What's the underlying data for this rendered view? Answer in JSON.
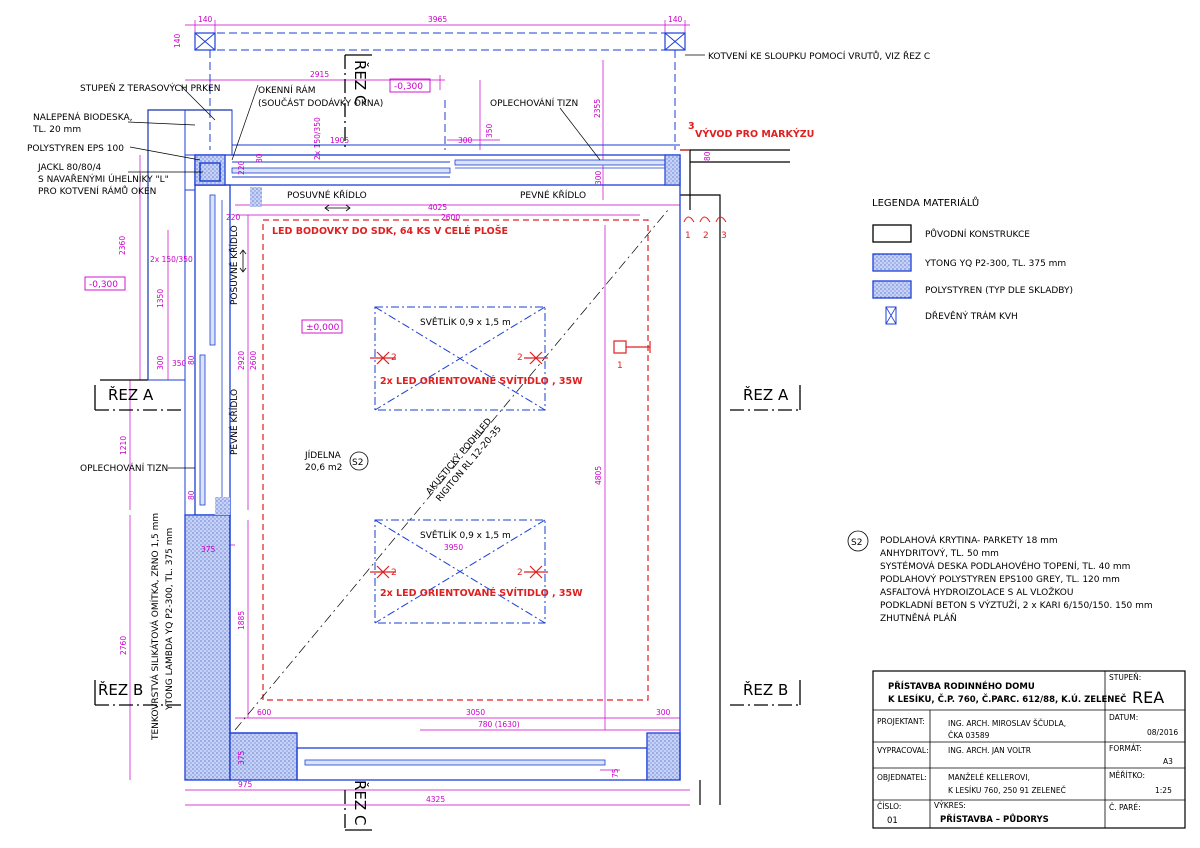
{
  "labels": {
    "step": "STUPEŇ Z TERASOVÝCH PRKEN",
    "window_frame_1": "OKENNÍ RÁM",
    "window_frame_2": "(SOUČÁST DODÁVKY OKNA)",
    "board_1": "NALEPENÁ BIODESKA,",
    "board_2": "TL. 20 mm",
    "polystyrene": "POLYSTYREN EPS 100",
    "jackl_1": "JACKL 80/80/4",
    "jackl_2": "S NAVAŘENÝMI ÚHELNÍKY \"L\"",
    "jackl_3": "PRO KOTVENÍ RÁMŮ OKEN",
    "anchor": "KOTVENÍ KE SLOUPKU POMOCÍ VRUTŮ, VIZ ŘEZ C",
    "flashing_top": "OPLECHOVÁNÍ TIZN",
    "flashing_left": "OPLECHOVÁNÍ TIZN",
    "outlet": "VÝVOD PRO MARKÝZU",
    "sliding_top": "POSUVNÉ KŘÍDLO",
    "fixed_top": "PEVNÉ KŘÍDLO",
    "sliding_left": "POSUVNÉ KŘÍDLO",
    "fixed_left": "PEVNÉ KŘÍDLO",
    "led": "LED BODOVKY DO SDK, 64 KS V CELÉ PLOŠE",
    "skylight_1": "SVĚTLÍK 0,9 x 1,5 m",
    "skylight_2": "SVĚTLÍK 0,9 x 1,5 m",
    "led_orient_1": "2x LED ORIENTOVANÉ SVÍTIDLO , 35W",
    "led_orient_2": "2x LED ORIENTOVANÉ SVÍTIDLO , 35W",
    "room_name": "JÍDELNA",
    "room_area": "20,6 m2",
    "room_tag": "S2",
    "level_floor": "±0,000",
    "level_top": "-0,300",
    "level_left": "-0,300",
    "ceiling_1": "AKUSTICKÝ PODHLED",
    "ceiling_2": "RIGITON RL 12-20-35",
    "plaster_1": "TENKOVRSTVÁ SILIKÁTOVÁ OMÍTKA, ZRNO 1,5 mm",
    "plaster_2": "YTONG LAMBDA YQ P2-300, TL. 375 mm",
    "marker_1": "1",
    "marker_2": "2",
    "marker_3": "3",
    "marker_3b": "3"
  },
  "sections": {
    "a_left": "ŘEZ A",
    "a_right": "ŘEZ A",
    "b_left": "ŘEZ B",
    "b_right": "ŘEZ B",
    "c_top": "ŘEZ C",
    "c_bottom": "ŘEZ C"
  },
  "dimensions": {
    "top_140_left": "140",
    "top_3965": "3965",
    "top_140_right": "140",
    "top_140_v": "140",
    "d2915": "2915",
    "d1905": "1905",
    "d300_top": "300",
    "d350": "350",
    "d2355": "2355",
    "d2x150_350": "2x 150/350",
    "d220_a": "220",
    "d80_a": "80",
    "d220_b": "220",
    "d4025": "4025",
    "d2600_top": "2600",
    "d300_r": "300",
    "d80_r": "80",
    "d2360": "2360",
    "d2x150_350_left": "2x 150/350",
    "d1350": "1350",
    "d300_left": "300",
    "d350_left": "350",
    "d80_left": "80",
    "d2920": "2920",
    "d2600_left": "2600",
    "d1210": "1210",
    "d80_left_b": "80",
    "d375_left": "375",
    "d2760": "2760",
    "d1885": "1885",
    "d3950": "3950",
    "d4805": "4805",
    "d600": "600",
    "d3050": "3050",
    "d300_bot": "300",
    "d780": "780 (1630)",
    "d375_bot": "375",
    "d975": "975",
    "d4325": "4325",
    "d75": "75"
  },
  "legend": {
    "title": "LEGENDA MATERIÁLŮ",
    "items": [
      "PŮVODNÍ KONSTRUKCE",
      "YTONG YQ P2-300, TL. 375 mm",
      "POLYSTYREN (TYP DLE SKLADBY)",
      "DŘEVĚNÝ TRÁM KVH"
    ]
  },
  "floor_spec": {
    "tag": "S2",
    "lines": [
      "PODLAHOVÁ KRYTINA- PARKETY 18 mm",
      "ANHYDRITOVÝ, TL. 50 mm",
      "SYSTÉMOVÁ DESKA PODLAHOVÉHO TOPENÍ, TL. 40 mm",
      "PODLAHOVÝ POLYSTYREN EPS100 GREY, TL. 120 mm",
      "ASFALTOVÁ HYDROIZOLACE S AL VLOŽKOU",
      "PODKLADNÍ BETON S VÝZTUŽÍ, 2 x KARI 6/150/150. 150 mm",
      "ZHUTNĚNÁ PLÁŇ"
    ]
  },
  "title_block": {
    "project_1": "PŘÍSTAVBA RODINNÉHO DOMU",
    "project_2": "K LESÍKU, Č.P. 760, Č.PARC. 612/88, K.Ú. ZELENEČ",
    "stage_label": "STUPEŇ:",
    "stage_value": "REA",
    "designer_label": "PROJEKTANT:",
    "designer_1": "ING. ARCH. MIROSLAV ŠČUDLA,",
    "designer_2": "ČKA 03589",
    "date_label": "DATUM:",
    "date_value": "08/2016",
    "drawn_label": "VYPRACOVAL:",
    "drawn_value": "ING. ARCH. JAN VOLTR",
    "format_label": "FORMÁT:",
    "format_value": "A3",
    "client_label": "OBJEDNATEL:",
    "client_1": "MANŽELÉ KELLEROVI,",
    "client_2": "K LESÍKU 760, 250 91 ZELENEČ",
    "scale_label": "MĚŘÍTKO:",
    "scale_value": "1:25",
    "number_label": "ČÍSLO:",
    "number_value": "01",
    "drawing_label": "VÝKRES:",
    "drawing_value": "PŘÍSTAVBA – PŮDORYS",
    "copy_label": "Č. PARÉ:"
  },
  "colors": {
    "wall": "#1c3fd6",
    "fill": "#b9c8f2",
    "dim": "#cc00cc",
    "red": "#e02020"
  }
}
